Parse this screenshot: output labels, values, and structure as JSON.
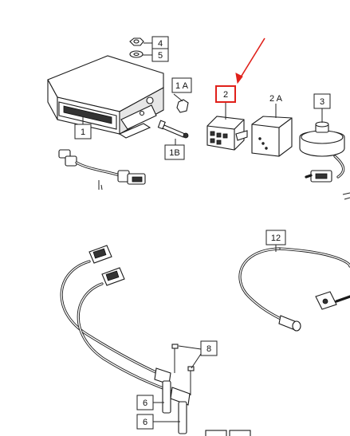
{
  "callouts": [
    {
      "id": "c4",
      "label": "4"
    },
    {
      "id": "c5",
      "label": "5"
    },
    {
      "id": "c1A",
      "label": "1 A"
    },
    {
      "id": "c1",
      "label": "1"
    },
    {
      "id": "c1B",
      "label": "1B"
    },
    {
      "id": "c2",
      "label": "2"
    },
    {
      "id": "c2A",
      "label": "2 A"
    },
    {
      "id": "c3",
      "label": "3"
    },
    {
      "id": "c12",
      "label": "12"
    },
    {
      "id": "c8",
      "label": "8"
    },
    {
      "id": "c6a",
      "label": "6"
    },
    {
      "id": "c6b",
      "label": "6"
    }
  ],
  "highlight": {
    "label": "2",
    "color": "#e0201a"
  }
}
